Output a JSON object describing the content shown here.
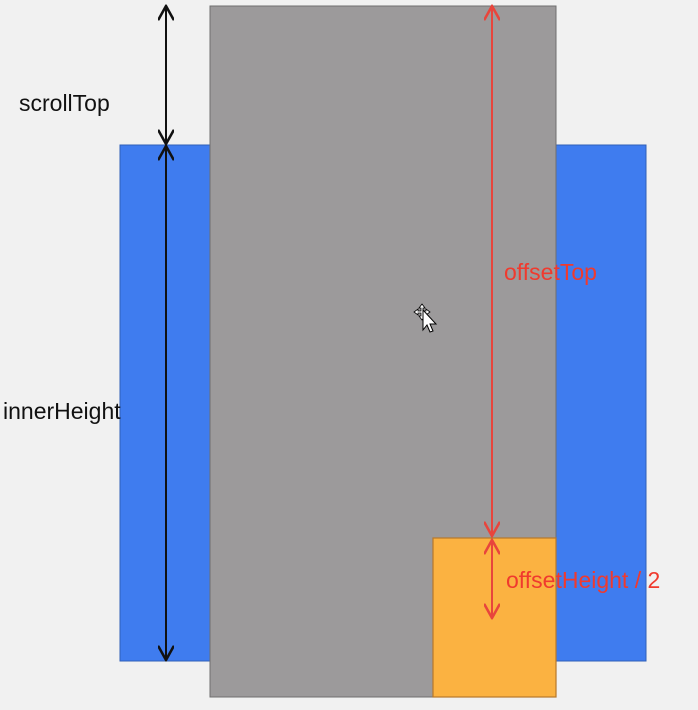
{
  "labels": {
    "scroll_top": "scrollTop",
    "inner_height": "innerHeight",
    "offset_top": "offsetTop",
    "offset_height_half": "offsetHeight / 2"
  },
  "colors": {
    "background": "#f1f1f1",
    "viewport_blue": "#3f7cef",
    "document_gray": "#9c9a9b",
    "element_orange": "#fbb241",
    "black_arrow": "#111111",
    "red_arrow": "#e8453c",
    "red_text": "#f03a2e"
  },
  "icons": {
    "cursor": "move-cursor-icon"
  }
}
